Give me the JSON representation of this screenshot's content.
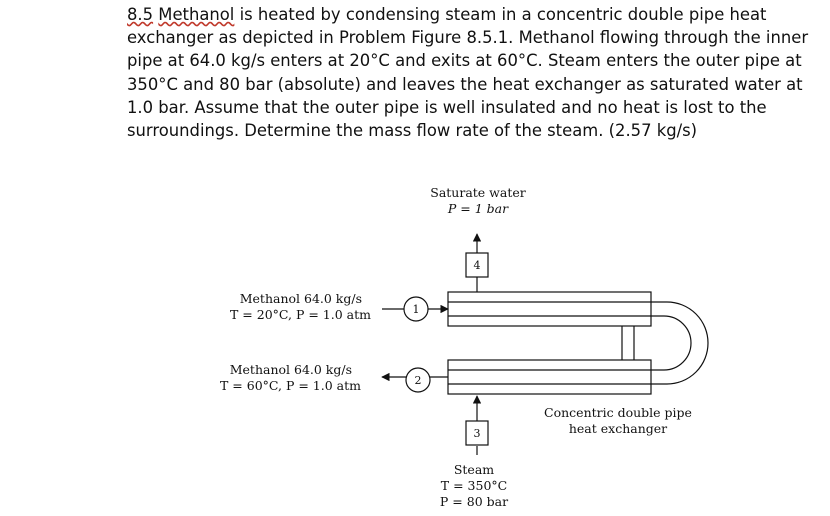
{
  "problem": {
    "number": "8.5",
    "methanol_word": "Methanol",
    "text": "is heated by condensing steam in a concentric double pipe heat exchanger as depicted in Problem Figure 8.5.1. Methanol flowing through the inner pipe at 64.0 kg/s enters at 20°C and exits at 60°C. Steam enters the outer pipe at 350°C and 80 bar (absolute) and leaves the heat exchanger as saturated water at 1.0 bar. Assume that the outer pipe is well insulated and no heat is lost to the surroundings. Determine the mass flow rate of the steam. (2.57 kg/s)"
  },
  "figure": {
    "saturate_water": {
      "line1": "Saturate water",
      "line2": "P = 1 bar"
    },
    "methanol_in": {
      "line1": "Methanol 64.0 kg/s",
      "line2": "T = 20°C, P = 1.0 atm"
    },
    "methanol_out": {
      "line1": "Methanol 64.0 kg/s",
      "line2": "T = 60°C, P = 1.0 atm"
    },
    "steam": {
      "line1": "Steam",
      "line2": "T = 350°C",
      "line3": "P = 80 bar"
    },
    "exchanger": {
      "line1": "Concentric double pipe",
      "line2": "heat exchanger"
    },
    "stream_labels": {
      "s1": "1",
      "s2": "2",
      "s3": "3",
      "s4": "4"
    }
  }
}
